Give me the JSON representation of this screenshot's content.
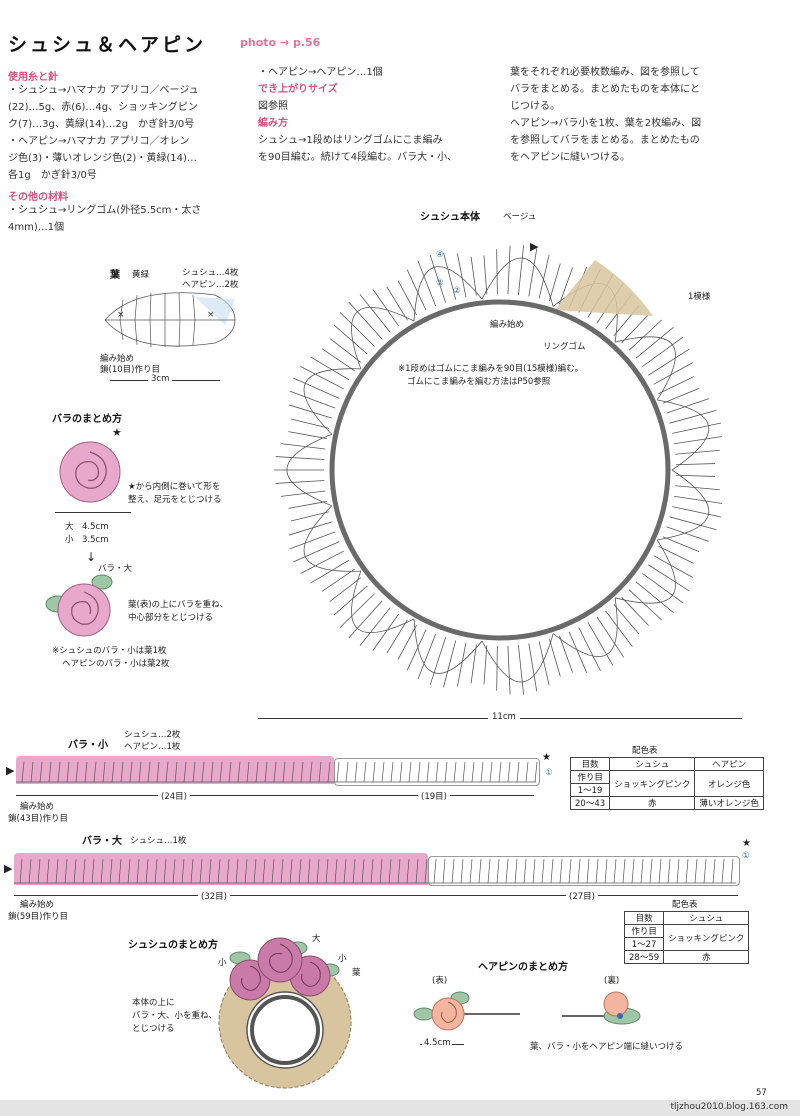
{
  "header": {
    "title": "シュシュ＆ヘアピン",
    "photo_ref": "photo → p.56"
  },
  "materials": {
    "heading": "使用糸と針",
    "lines": [
      "・シュシュ→ハマナカ アプリコ／ベージュ",
      "(22)…5g、赤(6)…4g、ショッキングピン",
      "ク(7)…3g、黄緑(14)…2g　かぎ針3/0号",
      "・ヘアピン→ハマナカ アプリコ／オレン",
      "ジ色(3)・薄いオレンジ色(2)・黄緑(14)…",
      "各1g　かぎ針3/0号"
    ],
    "other_heading": "その他の材料",
    "other_lines": [
      "・シュシュ→リングゴム(外径5.5cm・太さ",
      "4mm)…1個"
    ]
  },
  "col2": {
    "line1": "・ヘアピン→ヘアピン…1個",
    "size_heading": "でき上がりサイズ",
    "size_text": "図参照",
    "method_heading": "編み方",
    "method_lines": [
      "シュシュ→1段めはリングゴムにこま編み",
      "を90目編む。続けて4段編む。バラ大・小、"
    ]
  },
  "col3": {
    "lines": [
      "葉をそれぞれ必要枚数編み、図を参照して",
      "バラをまとめる。まとめたものを本体にと",
      "じつける。",
      "ヘアピン→バラ小を1枚、葉を2枚編み、図",
      "を参照してバラをまとめる。まとめたもの",
      "をヘアピンに縫いつける。"
    ]
  },
  "leaf": {
    "title": "葉",
    "color": "黄緑",
    "count1": "シュシュ…4枚",
    "count2": "ヘアピン…2枚",
    "start": "編み始め",
    "chain": "鎖(10目)作り目",
    "width": "3cm"
  },
  "rose_assembly": {
    "title": "バラのまとめ方",
    "star_note1": "★から内側に巻いて形を",
    "star_note2": "整え、足元をとじつける",
    "size_large": "大　4.5cm",
    "size_small": "小　3.5cm",
    "rose_label": "バラ・大",
    "leaf_note1": "葉(表)の上にバラを重ね、",
    "leaf_note2": "中心部分をとじつける",
    "note1": "※シュシュのバラ・小は葉1枚",
    "note2": "ヘアピンのバラ・小は葉2枚"
  },
  "scrunchie_body": {
    "title": "シュシュ本体",
    "color": "ベージュ",
    "pattern": "1模様",
    "start": "編み始め",
    "ring": "リングゴム",
    "note1": "※1段めはゴムにこま編みを90目(15模様)編む。",
    "note2": "ゴムにこま編みを編む方法はP50参照",
    "width": "11cm",
    "rows": [
      "④",
      "③",
      "②"
    ]
  },
  "rose_small": {
    "title": "バラ・小",
    "count1": "シュシュ…2枚",
    "count2": "ヘアピン…1枚",
    "start": "編み始め",
    "chain": "鎖(43目)作り目",
    "seg1": "(24目)",
    "seg2": "(19目)",
    "row": "①",
    "table_title": "配色表",
    "table_head": [
      "目数",
      "シュシュ",
      "ヘアピン"
    ],
    "table_rows": [
      [
        "作り目",
        "ショッキングピンク",
        "オレンジ色"
      ],
      [
        "1〜19",
        "",
        ""
      ],
      [
        "20〜43",
        "赤",
        "薄いオレンジ色"
      ]
    ]
  },
  "rose_large": {
    "title": "バラ・大",
    "count1": "シュシュ…1枚",
    "start": "編み始め",
    "chain": "鎖(59目)作り目",
    "seg1": "(32目)",
    "seg2": "(27目)",
    "row": "①",
    "table_title": "配色表",
    "table_head": [
      "目数",
      "シュシュ"
    ],
    "table_rows": [
      [
        "作り目",
        "ショッキングピンク"
      ],
      [
        "1〜27",
        ""
      ],
      [
        "28〜59",
        "赤"
      ]
    ]
  },
  "scrunchie_assembly": {
    "title": "シュシュのまとめ方",
    "large": "大",
    "small_left": "小",
    "small_right": "小",
    "leaf": "葉",
    "note1": "本体の上に",
    "note2": "バラ・大、小を重ね、",
    "note3": "とじつける"
  },
  "hairpin_assembly": {
    "title": "ヘアピンのまとめ方",
    "front": "(表)",
    "back": "(裏)",
    "width": "4.5cm",
    "note": "葉、バラ・小をヘアピン端に縫いつける"
  },
  "footer": {
    "page": "57",
    "site": "tljzhou2010.blog.163.com"
  },
  "colors": {
    "accent": "#d2557f",
    "pink": "#e8a8cc",
    "rose": "#c97aa8",
    "ring": "#6a6a6a",
    "tan": "#d8c5a0",
    "leaf": "#9fc6a6"
  }
}
